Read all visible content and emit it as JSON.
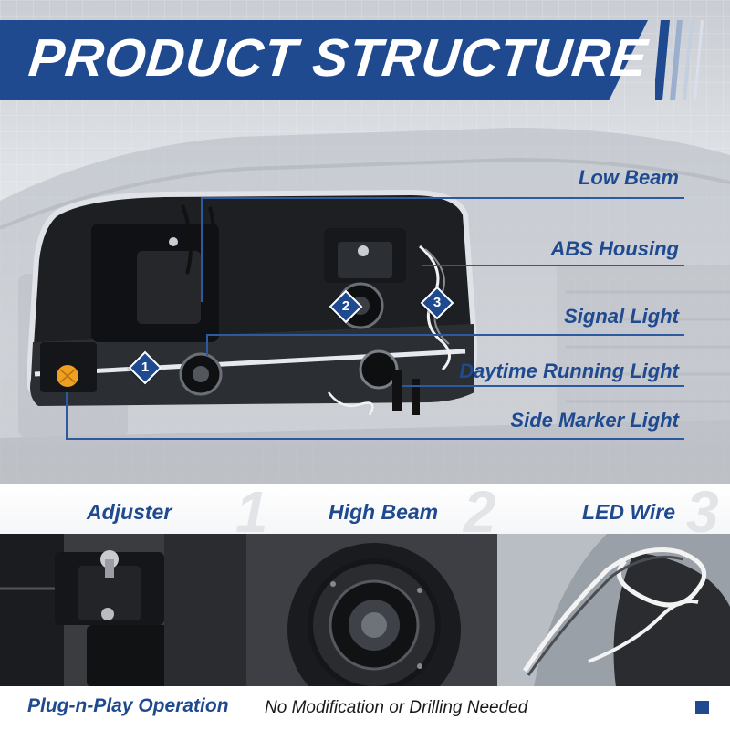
{
  "header": {
    "title": "PRODUCT STRUCTURE"
  },
  "callouts": [
    {
      "label": "Low Beam"
    },
    {
      "label": "ABS Housing"
    },
    {
      "label": "Signal Light"
    },
    {
      "label": "Daytime Running Light"
    },
    {
      "label": "Side Marker Light"
    }
  ],
  "badges": [
    "1",
    "2",
    "3"
  ],
  "features": [
    {
      "title": "Adjuster",
      "number": "1"
    },
    {
      "title": "High Beam",
      "number": "2"
    },
    {
      "title": "LED Wire",
      "number": "3"
    }
  ],
  "footer": {
    "emphasis": "Plug-n-Play Operation",
    "text": "No Modification or Drilling Needed"
  },
  "colors": {
    "brand_blue": "#1f4a8f",
    "line_blue": "#2c5aa0",
    "amber": "#f0a020"
  }
}
